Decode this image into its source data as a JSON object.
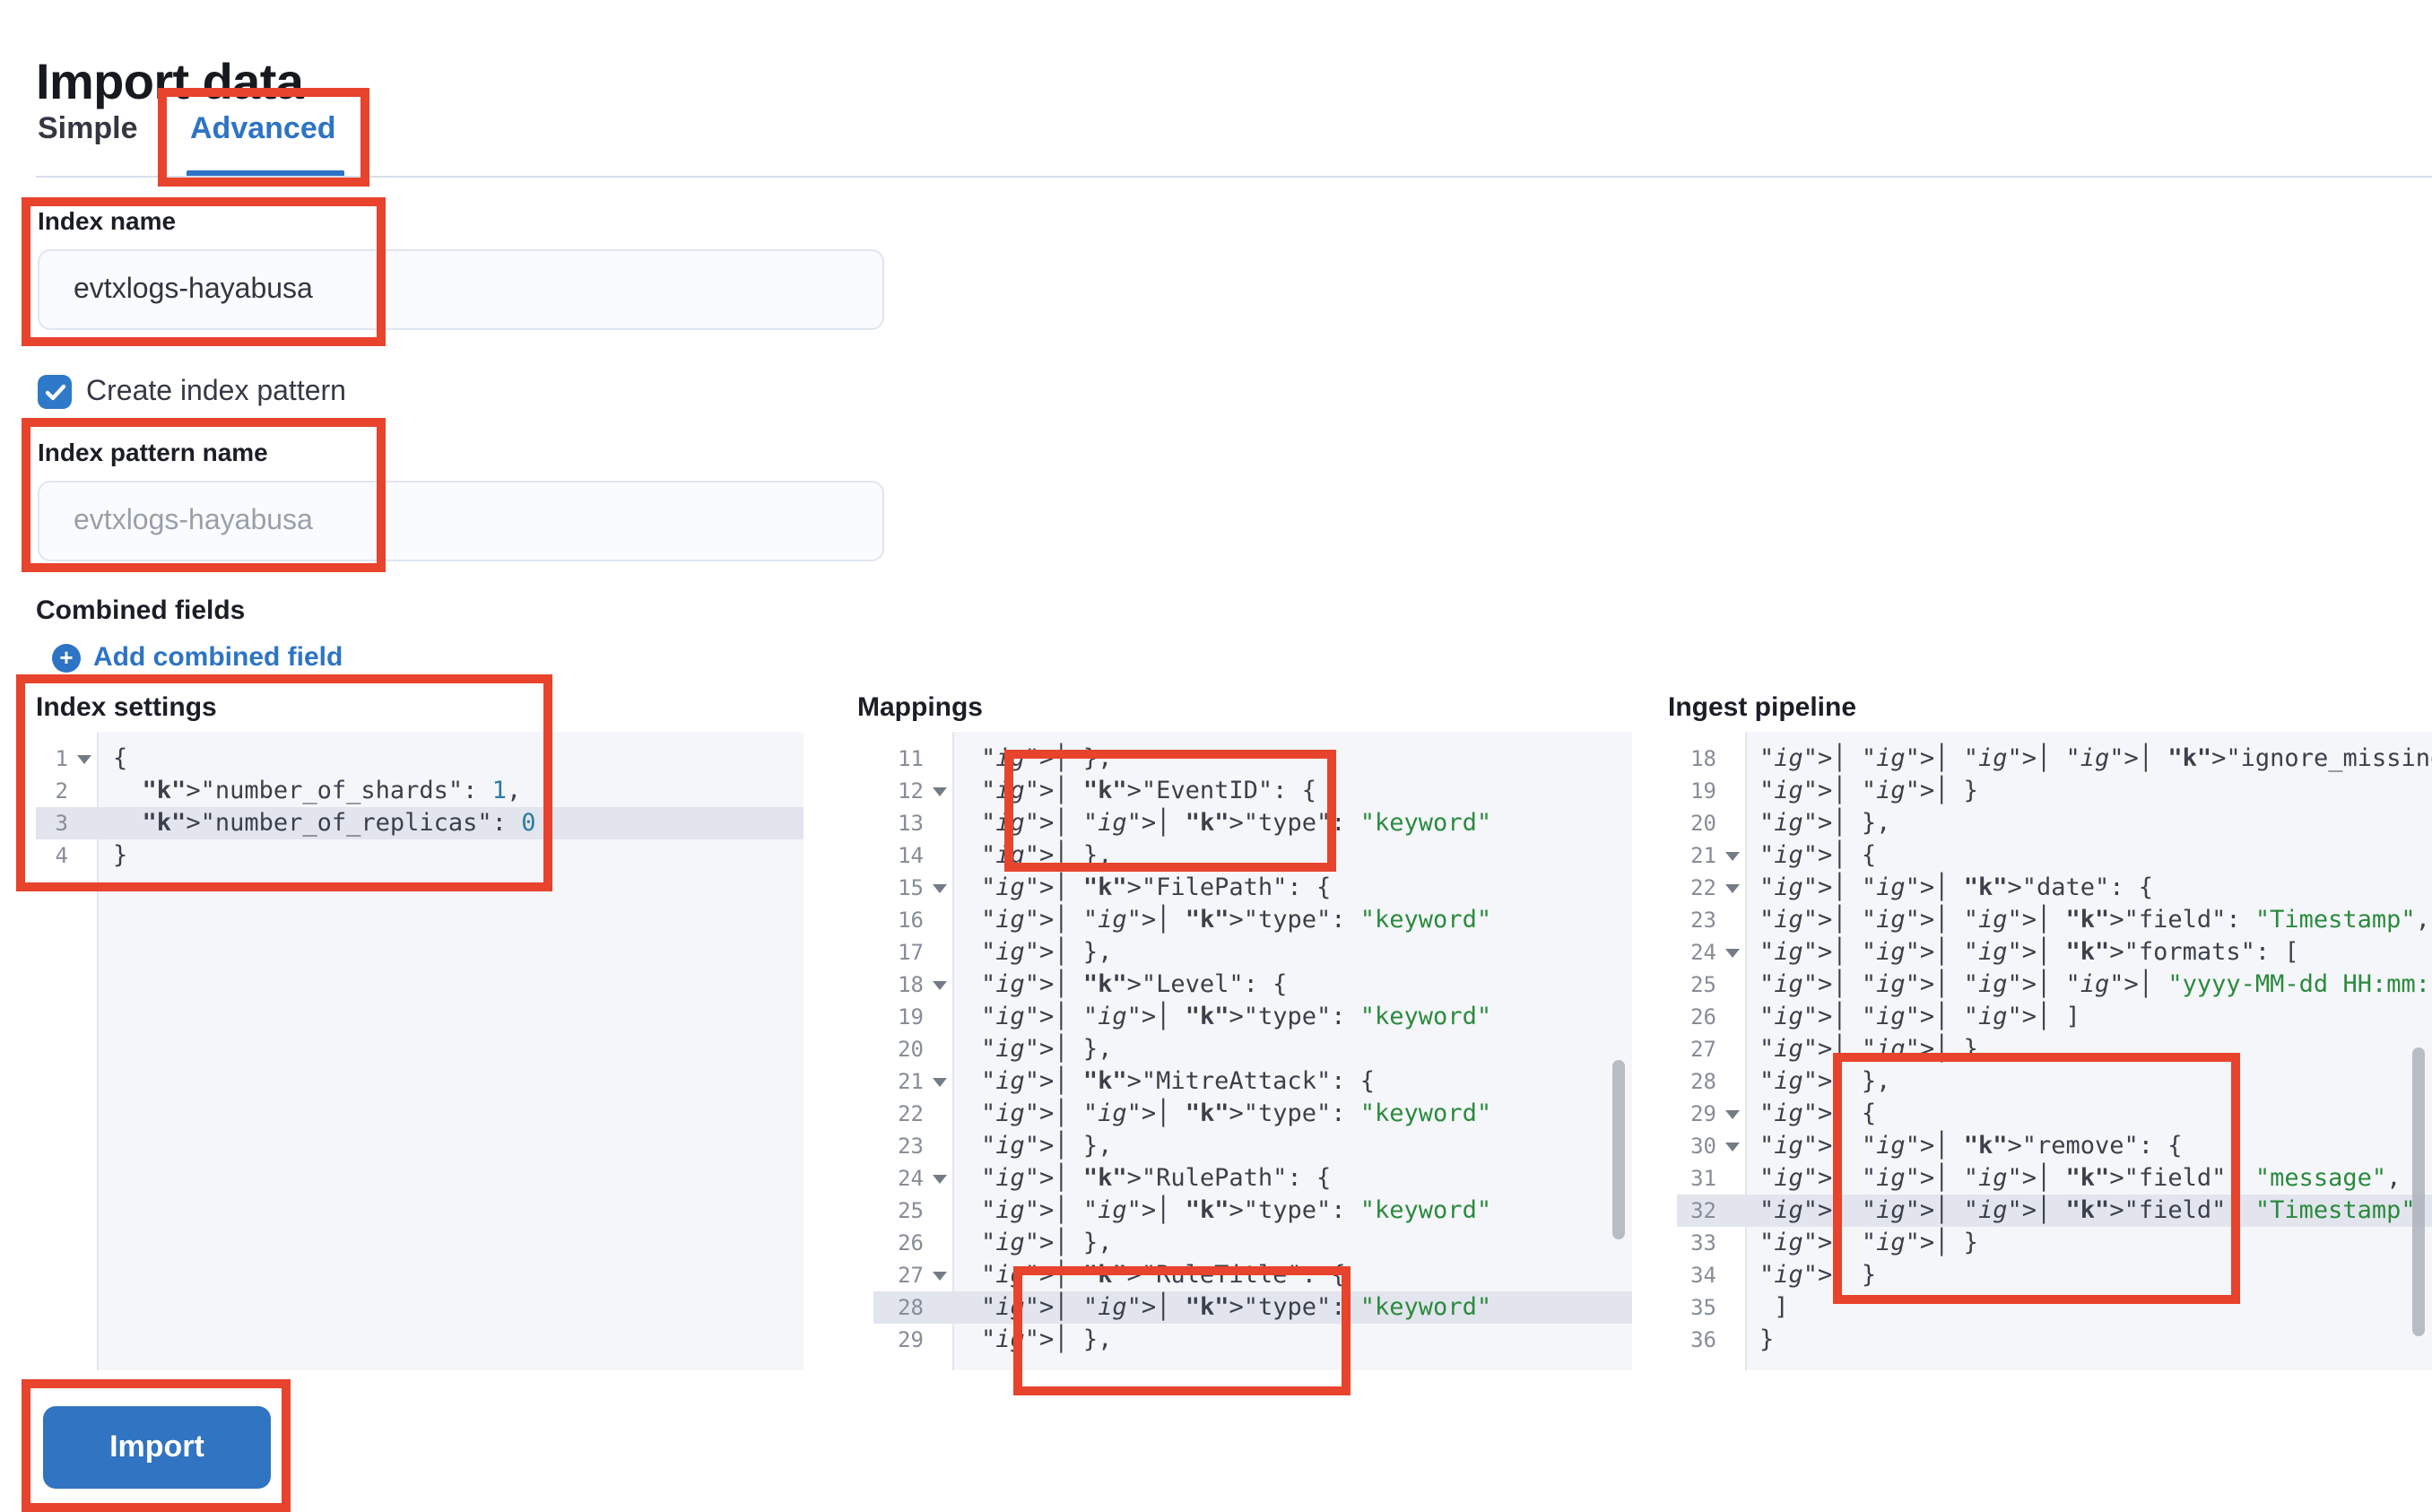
{
  "page": {
    "title": "Import data"
  },
  "tabs": [
    {
      "label": "Simple",
      "active": false
    },
    {
      "label": "Advanced",
      "active": true
    }
  ],
  "form": {
    "index_name_label": "Index name",
    "index_name_value": "evtxlogs-hayabusa",
    "create_index_pattern_label": "Create index pattern",
    "create_index_pattern_checked": true,
    "index_pattern_label": "Index pattern name",
    "index_pattern_placeholder": "evtxlogs-hayabusa",
    "combined_fields_label": "Combined fields",
    "add_combined_field_label": "Add combined field"
  },
  "editors": [
    {
      "id": "index-settings",
      "title": "Index settings",
      "lines": [
        {
          "n": 1,
          "t": "{",
          "fold": true
        },
        {
          "n": 2,
          "t": "  \"number_of_shards\": 1,"
        },
        {
          "n": 3,
          "t": "  \"number_of_replicas\": 0",
          "hl": true
        },
        {
          "n": 4,
          "t": "}"
        }
      ]
    },
    {
      "id": "mappings",
      "title": "Mappings",
      "lines": [
        {
          "n": 11,
          "t": "│ },"
        },
        {
          "n": 12,
          "t": "│ \"EventID\": {",
          "fold": true
        },
        {
          "n": 13,
          "t": "│ │ \"type\": \"keyword\""
        },
        {
          "n": 14,
          "t": "│ },"
        },
        {
          "n": 15,
          "t": "│ \"FilePath\": {",
          "fold": true
        },
        {
          "n": 16,
          "t": "│ │ \"type\": \"keyword\""
        },
        {
          "n": 17,
          "t": "│ },"
        },
        {
          "n": 18,
          "t": "│ \"Level\": {",
          "fold": true
        },
        {
          "n": 19,
          "t": "│ │ \"type\": \"keyword\""
        },
        {
          "n": 20,
          "t": "│ },"
        },
        {
          "n": 21,
          "t": "│ \"MitreAttack\": {",
          "fold": true
        },
        {
          "n": 22,
          "t": "│ │ \"type\": \"keyword\""
        },
        {
          "n": 23,
          "t": "│ },"
        },
        {
          "n": 24,
          "t": "│ \"RulePath\": {",
          "fold": true
        },
        {
          "n": 25,
          "t": "│ │ \"type\": \"keyword\""
        },
        {
          "n": 26,
          "t": "│ },"
        },
        {
          "n": 27,
          "t": "│ \"RuleTitle\": {",
          "fold": true
        },
        {
          "n": 28,
          "t": "│ │ \"type\": \"keyword\"",
          "hl": true
        },
        {
          "n": 29,
          "t": "│ },"
        }
      ]
    },
    {
      "id": "ingest-pipeline",
      "title": "Ingest pipeline",
      "lines": [
        {
          "n": 18,
          "t": "│ │ │ │ \"ignore_missing\": false"
        },
        {
          "n": 19,
          "t": "│ │ }"
        },
        {
          "n": 20,
          "t": "│ },"
        },
        {
          "n": 21,
          "t": "│ {",
          "fold": true
        },
        {
          "n": 22,
          "t": "│ │ \"date\": {",
          "fold": true
        },
        {
          "n": 23,
          "t": "│ │ │ \"field\": \"Timestamp\","
        },
        {
          "n": 24,
          "t": "│ │ │ \"formats\": [",
          "fold": true
        },
        {
          "n": 25,
          "t": "│ │ │ │ \"yyyy-MM-dd HH:mm:ss.SSS XXX\""
        },
        {
          "n": 26,
          "t": "│ │ │ ]"
        },
        {
          "n": 27,
          "t": "│ │ }"
        },
        {
          "n": 28,
          "t": "│ },"
        },
        {
          "n": 29,
          "t": "│ {",
          "fold": true
        },
        {
          "n": 30,
          "t": "│ │ \"remove\": {",
          "fold": true
        },
        {
          "n": 31,
          "t": "│ │ │ \"field\": \"message\","
        },
        {
          "n": 32,
          "t": "│ │ │ \"field\": \"Timestamp\"",
          "hl": true
        },
        {
          "n": 33,
          "t": "│ │ }"
        },
        {
          "n": 34,
          "t": "│ }"
        },
        {
          "n": 35,
          "t": " ]"
        },
        {
          "n": 36,
          "t": "}"
        }
      ]
    }
  ],
  "import_button": {
    "label": "Import"
  },
  "annotations": {
    "color": "#e8432c",
    "targets": [
      "advanced-tab",
      "index-name-field",
      "index-pattern-name-field",
      "index-settings-editor",
      "mappings-eventid-block",
      "mappings-ruletitle-block",
      "pipeline-remove-block",
      "import-button"
    ]
  },
  "colors": {
    "accent_blue": "#2e74c4",
    "checkbox_blue": "#2e7ac8",
    "button_blue": "#3174c1",
    "annotation_red": "#e8432c",
    "editor_background": "#f4f6f9",
    "active_line": "#e2e5ed",
    "code_key": "#2d7ba3",
    "code_string": "#2b8a3e",
    "code_constant": "#4a54d8"
  }
}
